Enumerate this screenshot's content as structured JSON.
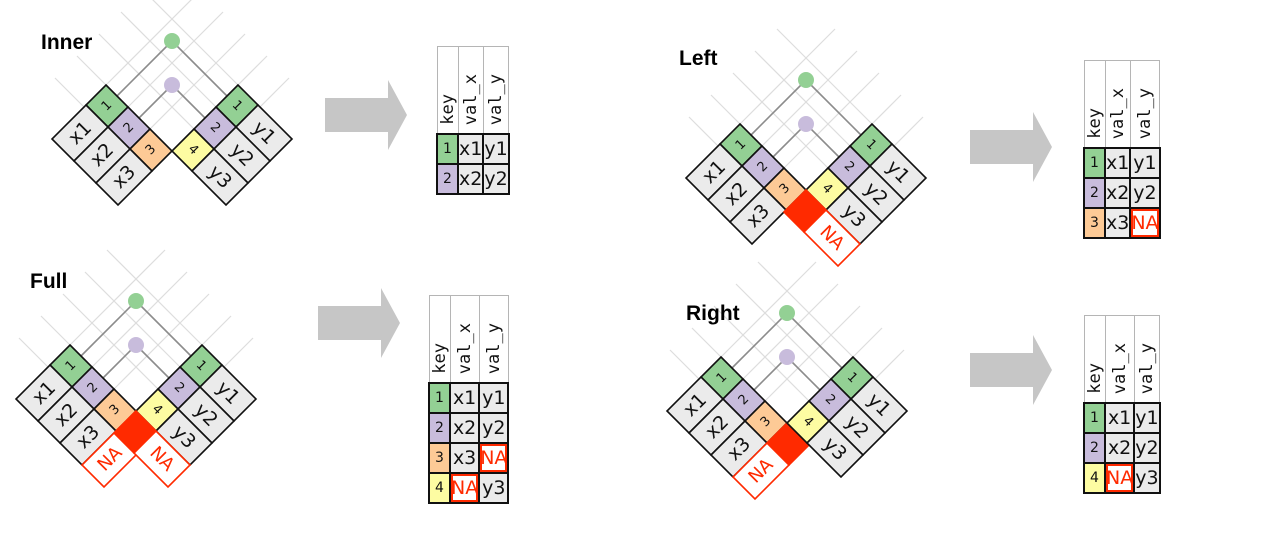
{
  "colors": {
    "key_1": "#93d094",
    "key_2": "#c8bcdc",
    "key_3": "#fdca96",
    "key_4": "#fdfca2",
    "value_cell": "#ebebeb",
    "missing": "#ff2a00",
    "arrow": "#c6c6c6",
    "connector": "#8c8c8c",
    "grid": "#dddddd"
  },
  "panels": [
    {
      "id": "inner",
      "title": "Inner",
      "x_table": {
        "keys": [
          "1",
          "2",
          "3"
        ],
        "values": [
          "x1",
          "x2",
          "x3"
        ]
      },
      "y_table": {
        "keys": [
          "1",
          "2",
          "4"
        ],
        "values": [
          "y1",
          "y2",
          "y3"
        ]
      },
      "x_extra_rows": [],
      "y_extra_rows": [],
      "matches": [
        {
          "key": "1",
          "dot": "key_1"
        },
        {
          "key": "2",
          "dot": "key_2"
        }
      ],
      "result": {
        "headers": [
          "key",
          "val_x",
          "val_y"
        ],
        "rows": [
          {
            "key": "1",
            "key_color": "key_1",
            "val_x": "x1",
            "val_y": "y1"
          },
          {
            "key": "2",
            "key_color": "key_2",
            "val_x": "x2",
            "val_y": "y2"
          }
        ]
      }
    },
    {
      "id": "left",
      "title": "Left",
      "x_table": {
        "keys": [
          "1",
          "2",
          "3"
        ],
        "values": [
          "x1",
          "x2",
          "x3"
        ]
      },
      "y_table": {
        "keys": [
          "1",
          "2",
          "4"
        ],
        "values": [
          "y1",
          "y2",
          "y3"
        ]
      },
      "x_extra_rows": [],
      "y_extra_rows": [
        {
          "value": "NA"
        }
      ],
      "matches": [
        {
          "key": "1",
          "dot": "key_1"
        },
        {
          "key": "2",
          "dot": "key_2"
        },
        {
          "key": "3",
          "dot": "missing"
        }
      ],
      "result": {
        "headers": [
          "key",
          "val_x",
          "val_y"
        ],
        "rows": [
          {
            "key": "1",
            "key_color": "key_1",
            "val_x": "x1",
            "val_y": "y1"
          },
          {
            "key": "2",
            "key_color": "key_2",
            "val_x": "x2",
            "val_y": "y2"
          },
          {
            "key": "3",
            "key_color": "key_3",
            "val_x": "x3",
            "val_y": "NA"
          }
        ]
      }
    },
    {
      "id": "full",
      "title": "Full",
      "x_table": {
        "keys": [
          "1",
          "2",
          "3"
        ],
        "values": [
          "x1",
          "x2",
          "x3"
        ]
      },
      "y_table": {
        "keys": [
          "1",
          "2",
          "4"
        ],
        "values": [
          "y1",
          "y2",
          "y3"
        ]
      },
      "x_extra_rows": [
        {
          "value": "NA"
        }
      ],
      "y_extra_rows": [
        {
          "value": "NA"
        }
      ],
      "matches": [
        {
          "key": "1",
          "dot": "key_1"
        },
        {
          "key": "2",
          "dot": "key_2"
        },
        {
          "key": "3",
          "dot": "missing"
        },
        {
          "key": "4",
          "dot": "missing"
        }
      ],
      "result": {
        "headers": [
          "key",
          "val_x",
          "val_y"
        ],
        "rows": [
          {
            "key": "1",
            "key_color": "key_1",
            "val_x": "x1",
            "val_y": "y1"
          },
          {
            "key": "2",
            "key_color": "key_2",
            "val_x": "x2",
            "val_y": "y2"
          },
          {
            "key": "3",
            "key_color": "key_3",
            "val_x": "x3",
            "val_y": "NA"
          },
          {
            "key": "4",
            "key_color": "key_4",
            "val_x": "NA",
            "val_y": "y3"
          }
        ]
      }
    },
    {
      "id": "right",
      "title": "Right",
      "x_table": {
        "keys": [
          "1",
          "2",
          "3"
        ],
        "values": [
          "x1",
          "x2",
          "x3"
        ]
      },
      "y_table": {
        "keys": [
          "1",
          "2",
          "4"
        ],
        "values": [
          "y1",
          "y2",
          "y3"
        ]
      },
      "x_extra_rows": [
        {
          "value": "NA"
        }
      ],
      "y_extra_rows": [],
      "matches": [
        {
          "key": "1",
          "dot": "key_1"
        },
        {
          "key": "2",
          "dot": "key_2"
        },
        {
          "key": "4",
          "dot": "missing"
        }
      ],
      "result": {
        "headers": [
          "key",
          "val_x",
          "val_y"
        ],
        "rows": [
          {
            "key": "1",
            "key_color": "key_1",
            "val_x": "x1",
            "val_y": "y1"
          },
          {
            "key": "2",
            "key_color": "key_2",
            "val_x": "x2",
            "val_y": "y2"
          },
          {
            "key": "4",
            "key_color": "key_4",
            "val_x": "NA",
            "val_y": "y3"
          }
        ]
      }
    }
  ]
}
